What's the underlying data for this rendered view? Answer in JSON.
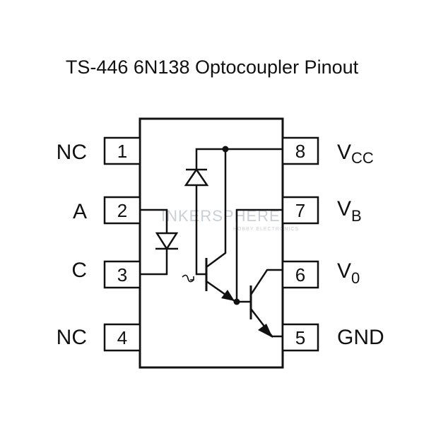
{
  "title": "TS-446 6N138 Optocoupler Pinout",
  "colors": {
    "ink": "#111111",
    "watermark": "#c9cfd6",
    "background": "#ffffff"
  },
  "left_pins": [
    {
      "number": "1",
      "label": "NC"
    },
    {
      "number": "2",
      "label": "A"
    },
    {
      "number": "3",
      "label": "C"
    },
    {
      "number": "4",
      "label": "NC"
    }
  ],
  "right_pins": [
    {
      "number": "8",
      "label_main": "V",
      "label_sub": "CC"
    },
    {
      "number": "7",
      "label_main": "V",
      "label_sub": "B"
    },
    {
      "number": "6",
      "label_main": "V",
      "label_sub": "0"
    },
    {
      "number": "5",
      "label_main": "GND",
      "label_sub": ""
    }
  ],
  "watermark": {
    "text": "INKERSPHERE",
    "tagline": "HOBBY ELECTRONICS"
  }
}
